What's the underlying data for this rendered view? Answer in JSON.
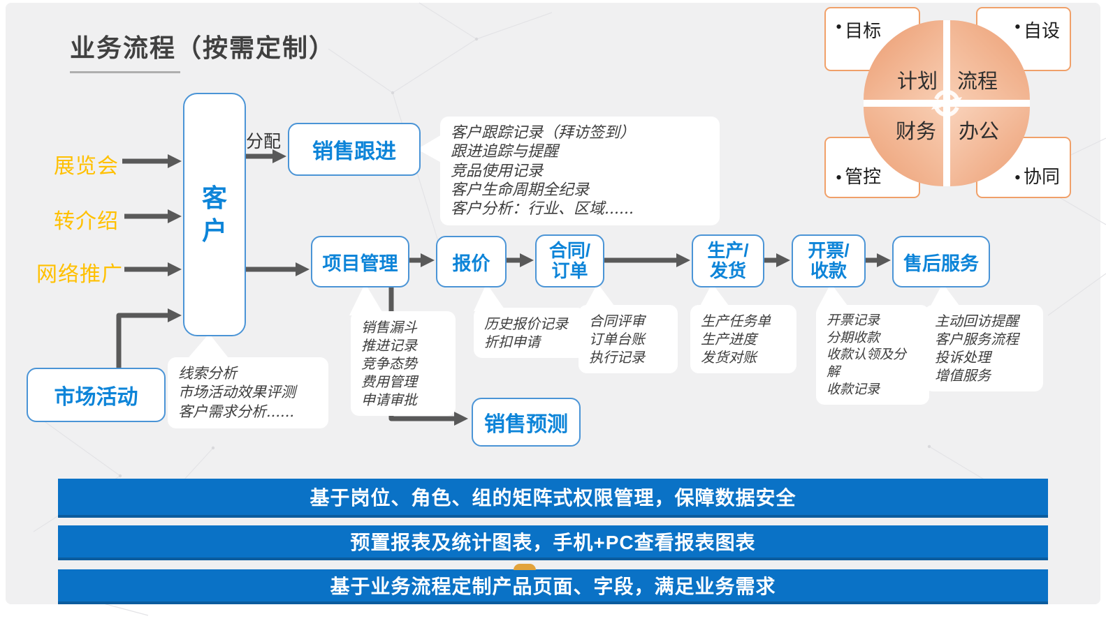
{
  "page": {
    "title": "业务流程（按需定制）"
  },
  "sources": {
    "s0": "展览会",
    "s1": "转介绍",
    "s2": "网络推广"
  },
  "boxes": {
    "market": "市场活动",
    "customer": "客户",
    "sales_follow": "销售跟进",
    "sales_forecast": "销售预测"
  },
  "labels": {
    "assign": "分配",
    "bullet": "•"
  },
  "flow": [
    {
      "label": "项目管理",
      "notes": "销售漏斗\n推进记录\n竞争态势\n费用管理\n申请审批"
    },
    {
      "label": "报价",
      "notes": "历史报价记录\n折扣申请"
    },
    {
      "label": "合同/\n订单",
      "notes": "合同评审\n订单台账\n执行记录"
    },
    {
      "label": "生产/\n发货",
      "notes": "生产任务单\n生产进度\n发货对账"
    },
    {
      "label": "开票/\n收款",
      "notes": "开票记录\n分期收款\n收款认领及分解\n收款记录"
    },
    {
      "label": "售后服务",
      "notes": "主动回访提醒\n客户服务流程\n投诉处理\n增值服务"
    }
  ],
  "callouts": {
    "market": "线索分析\n市场活动效果评测\n客户需求分析......",
    "follow": "客户跟踪记录（拜访签到）\n跟进追踪与提醒\n竞品使用记录\n客户生命周期全纪录\n客户分析：行业、区域......"
  },
  "quadrant": {
    "tl": "计划",
    "tr": "流程",
    "bl": "财务",
    "br": "办公",
    "corner_tl": "目标",
    "corner_tr": "自设",
    "corner_bl": "管控",
    "corner_br": "协同"
  },
  "banners": [
    "基于岗位、角色、组的矩阵式权限管理，保障数据安全",
    "预置报表及统计图表，手机+PC查看报表图表",
    "基于业务流程定制产品页面、字段，满足业务需求"
  ],
  "colors": {
    "accent_blue": "#0d84d8",
    "box_border": "#4a94d6",
    "banner_blue": "#0a72c6",
    "source_yellow": "#ffc000",
    "quadrant_orange": "#ed7d31",
    "arrow_gray": "#595959"
  }
}
